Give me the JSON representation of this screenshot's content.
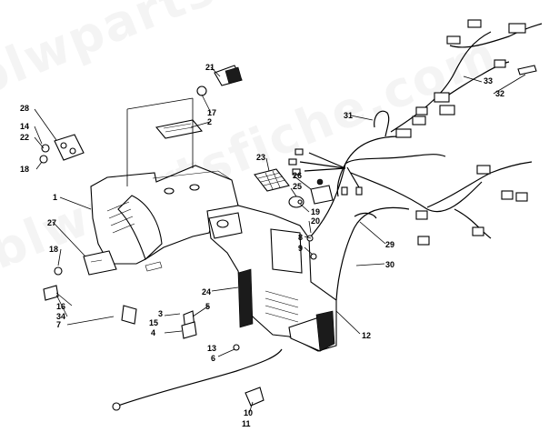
{
  "watermark": "blwpartsfiche.com",
  "callouts": [
    {
      "id": "c1",
      "label": "1"
    },
    {
      "id": "c2",
      "label": "2"
    },
    {
      "id": "c3",
      "label": "3"
    },
    {
      "id": "c4",
      "label": "4"
    },
    {
      "id": "c5",
      "label": "5"
    },
    {
      "id": "c6",
      "label": "6"
    },
    {
      "id": "c7",
      "label": "7"
    },
    {
      "id": "c8",
      "label": "8"
    },
    {
      "id": "c9",
      "label": "9"
    },
    {
      "id": "c10",
      "label": "10"
    },
    {
      "id": "c11",
      "label": "11"
    },
    {
      "id": "c12",
      "label": "12"
    },
    {
      "id": "c13",
      "label": "13"
    },
    {
      "id": "c14",
      "label": "14"
    },
    {
      "id": "c15",
      "label": "15"
    },
    {
      "id": "c16",
      "label": "16"
    },
    {
      "id": "c17",
      "label": "17"
    },
    {
      "id": "c18a",
      "label": "18"
    },
    {
      "id": "c18b",
      "label": "18"
    },
    {
      "id": "c19",
      "label": "19"
    },
    {
      "id": "c20",
      "label": "20"
    },
    {
      "id": "c21",
      "label": "21"
    },
    {
      "id": "c22",
      "label": "22"
    },
    {
      "id": "c23",
      "label": "23"
    },
    {
      "id": "c24",
      "label": "24"
    },
    {
      "id": "c25",
      "label": "25"
    },
    {
      "id": "c26",
      "label": "26"
    },
    {
      "id": "c27",
      "label": "27"
    },
    {
      "id": "c28",
      "label": "28"
    },
    {
      "id": "c29",
      "label": "29"
    },
    {
      "id": "c30",
      "label": "30"
    },
    {
      "id": "c31",
      "label": "31"
    },
    {
      "id": "c32",
      "label": "32"
    },
    {
      "id": "c33",
      "label": "33"
    },
    {
      "id": "c34",
      "label": "34"
    }
  ]
}
